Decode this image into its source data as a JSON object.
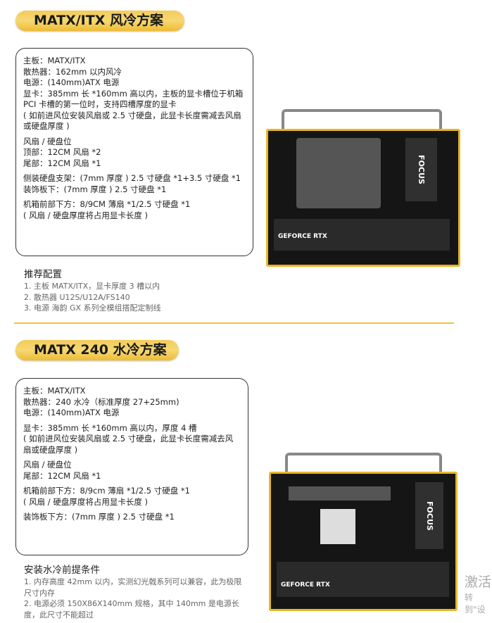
{
  "section1": {
    "title": "MATX/ITX 风冷方案",
    "spec_groups": [
      [
        "主板：MATX/ITX",
        "散热器：162mm 以内风冷",
        "电源：(140mm)ATX 电源",
        "显卡：385mm 长 *160mm 高以内，主板的显卡槽位于机箱 PCI 卡槽的第一位时，支持四槽厚度的显卡",
        "( 如前进风位安装风扇或 2.5 寸硬盘，此显卡长度需减去风扇或硬盘厚度 )"
      ],
      [
        "风扇 / 硬盘位",
        "顶部：12CM 风扇 *2",
        "尾部：12CM 风扇 *1"
      ],
      [
        "侧装硬盘支架：(7mm 厚度 ) 2.5 寸硬盘 *1+3.5 寸硬盘 *1",
        "装饰板下：(7mm 厚度 ) 2.5 寸硬盘 *1"
      ],
      [
        "机箱前部下方：8/9CM 薄扇 *1/2.5 寸硬盘 *1",
        "( 风扇 / 硬盘厚度将占用显卡长度 )"
      ]
    ],
    "rec_title": "推荐配置",
    "rec_items": [
      "1. 主板 MATX/ITX，显卡厚度 3 槽以内",
      "2. 散热器 U12S/U12A/FS140",
      "3. 电源 海韵 GX 系列全模组搭配定制线"
    ],
    "image": {
      "gpu_label": "GEFORCE RTX",
      "psu_label": "FOCUS"
    }
  },
  "section2": {
    "title": "MATX 240 水冷方案",
    "spec_groups": [
      [
        "主板：MATX/ITX",
        "散热器：240 水冷（标准厚度 27+25mm)",
        "电源：(140mm)ATX 电源"
      ],
      [
        "显卡：385mm 长 *160mm 高以内，厚度 4 槽",
        "( 如前进风位安装风扇或 2.5 寸硬盘，此显卡长度需减去风扇或硬盘厚度 )"
      ],
      [
        "风扇 / 硬盘位",
        "尾部：12CM 风扇 *1"
      ],
      [
        "机箱前部下方：8/9cm 薄扇 *1/2.5 寸硬盘 *1",
        "( 风扇 / 硬盘厚度将占用显卡长度 )"
      ],
      [
        "装饰板下方：(7mm 厚度 ) 2.5 寸硬盘 *1"
      ]
    ],
    "rec_title": "安装水冷前提条件",
    "rec_items": [
      "1. 内存高度 42mm 以内，实测幻光戟系列可以兼容，此为极限尺寸内存",
      "2. 电源必须 150X86X140mm 规格，其中 140mm 是电源长度，此尺寸不能超过"
    ],
    "image": {
      "gpu_label": "GEFORCE RTX",
      "psu_label": "FOCUS"
    }
  },
  "watermark": {
    "line1": "激活",
    "line2": "转到\"设"
  },
  "colors": {
    "accent": "#f0c33c"
  }
}
